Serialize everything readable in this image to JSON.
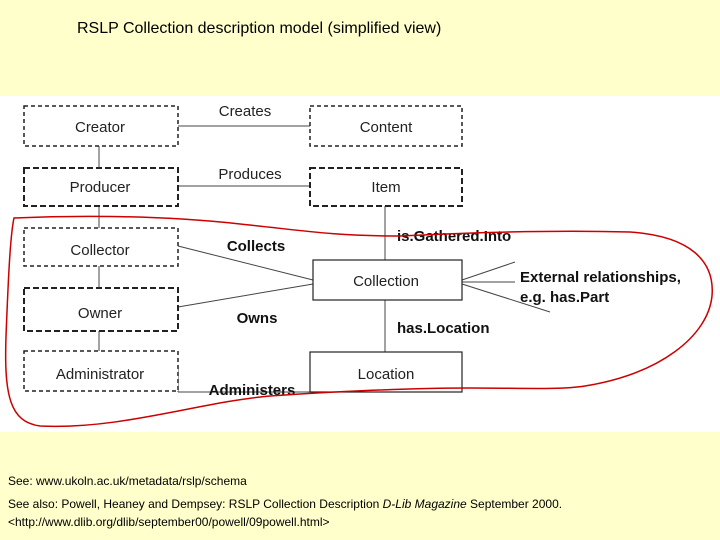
{
  "title": "RSLP Collection description model (simplified view)",
  "diagram": {
    "boxes": {
      "creator": "Creator",
      "producer": "Producer",
      "collector": "Collector",
      "owner": "Owner",
      "administrator": "Administrator",
      "content": "Content",
      "item": "Item",
      "collection": "Collection",
      "location": "Location"
    },
    "relations": {
      "creates": "Creates",
      "produces": "Produces",
      "collects": "Collects",
      "owns": "Owns",
      "administers": "Administers",
      "is_gathered_into": "is.Gathered.Into",
      "has_location": "has.Location",
      "external_line1": "External relationships,",
      "external_line2": "e.g. has.Part"
    },
    "highlight_color": "#cc0000"
  },
  "footer": {
    "see": "See: www.ukoln.ac.uk/metadata/rslp/schema",
    "see_also_prefix": "See also: Powell, Heaney and Dempsey: RSLP Collection Description ",
    "see_also_journal": "D-Lib Magazine",
    "see_also_suffix": " September 2000.",
    "see_also_url": "<http://www.dlib.org/dlib/september00/powell/09powell.html>"
  }
}
